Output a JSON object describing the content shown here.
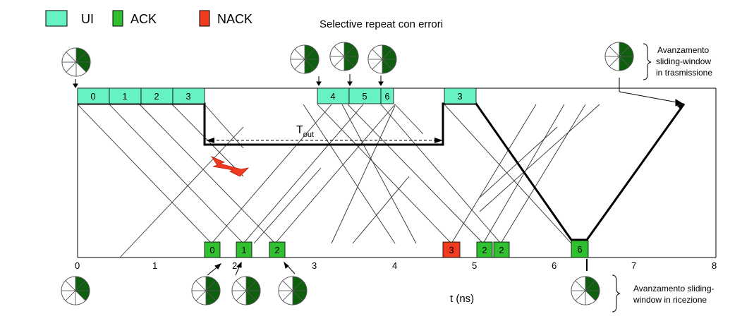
{
  "title": "Selective repeat con errori",
  "legend": [
    {
      "label": "UI",
      "color": "#66f2c4"
    },
    {
      "label": "ACK",
      "color": "#2fbf2f"
    },
    {
      "label": "NACK",
      "color": "#ef3b1f"
    }
  ],
  "colors": {
    "ui": "#66f2c4",
    "ack": "#2fbf2f",
    "nack": "#ef3b1f",
    "window": "#0e5f0e",
    "line": "#000000",
    "thin_line": "#333333"
  },
  "x_axis": {
    "ticks": [
      "0",
      "1",
      "2",
      "3",
      "4",
      "5",
      "6",
      "7",
      "8"
    ],
    "label": "t (ns)"
  },
  "timeout": {
    "label": "T",
    "subscript": "out"
  },
  "tx_frames": [
    "0",
    "1",
    "2",
    "3",
    "4",
    "5",
    "6",
    "3"
  ],
  "rx_frames": [
    {
      "label": "0",
      "type": "ack"
    },
    {
      "label": "1",
      "type": "ack"
    },
    {
      "label": "2",
      "type": "ack"
    },
    {
      "label": "3",
      "type": "nack"
    },
    {
      "label": "2",
      "type": "ack"
    },
    {
      "label": "2",
      "type": "ack"
    },
    {
      "label": "6",
      "type": "ack"
    }
  ],
  "annotations": {
    "tx_window": [
      "Avanzamento",
      "sliding-window",
      "in trasmissione"
    ],
    "rx_window": [
      "Avanzamento  sliding-",
      "window  in ricezione"
    ]
  },
  "window_icons": {
    "sectors": 8,
    "tx": [
      3,
      4,
      4,
      4,
      4
    ],
    "rx": [
      3,
      4,
      4,
      4,
      3
    ]
  }
}
